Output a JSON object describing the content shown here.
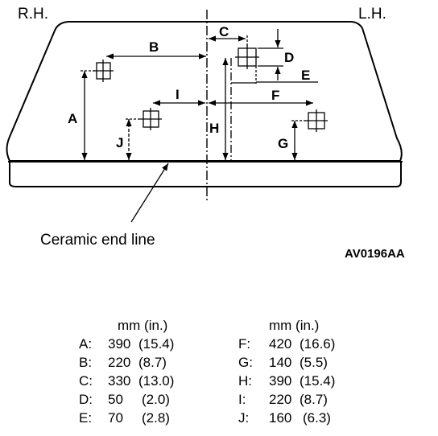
{
  "diagram": {
    "side_labels": {
      "right_hand": "R.H.",
      "left_hand": "L.H."
    },
    "dimension_letters": {
      "A": "A",
      "B": "B",
      "C": "C",
      "D": "D",
      "E": "E",
      "F": "F",
      "G": "G",
      "H": "H",
      "I": "I",
      "J": "J"
    },
    "callout": "Ceramic end line",
    "reference_code": "AV0196AA"
  },
  "table": {
    "header_left": "mm  (in.)",
    "header_right": "mm  (in.)",
    "rows_left": [
      {
        "key": "A:",
        "mm": "390",
        "inch": "(15.4)"
      },
      {
        "key": "B:",
        "mm": "220",
        "inch": "(8.7)"
      },
      {
        "key": "C:",
        "mm": "330",
        "inch": "(13.0)"
      },
      {
        "key": "D:",
        "mm": "50",
        "inch": "(2.0)"
      },
      {
        "key": "E:",
        "mm": "70",
        "inch": "(2.8)"
      }
    ],
    "rows_right": [
      {
        "key": "F:",
        "mm": "420",
        "inch": "(16.6)"
      },
      {
        "key": "G:",
        "mm": "140",
        "inch": "(5.5)"
      },
      {
        "key": "H:",
        "mm": "390",
        "inch": "(15.4)"
      },
      {
        "key": "I:",
        "mm": "220",
        "inch": "(8.7)"
      },
      {
        "key": "J:",
        "mm": "160",
        "inch": "(6.3)"
      }
    ]
  }
}
